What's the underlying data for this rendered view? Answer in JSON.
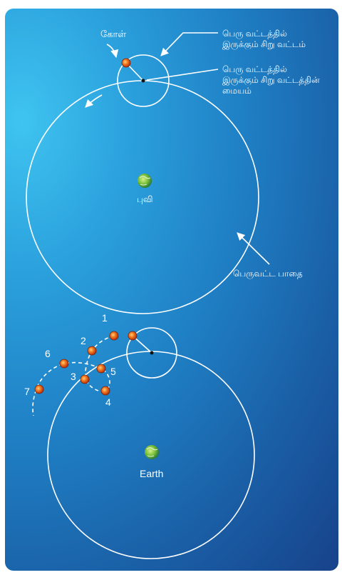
{
  "top_diagram": {
    "planet_label": "கோள்",
    "epicycle_label": "பெரு வட்டத்தில்\nஇருக்கும் சிறு வட்டம்",
    "epicycle_center_label": "பெரு வட்டத்தில்\nஇருக்கும் சிறு வட்டத்தின்\nமையம்",
    "earth_label": "புவி",
    "deferent_label": "பெருவட்ட பாதை"
  },
  "bottom_diagram": {
    "earth_label": "Earth",
    "positions": [
      "1",
      "2",
      "3",
      "4",
      "5",
      "6",
      "7"
    ]
  },
  "colors": {
    "background_light": "#3fc4f0",
    "background_dark": "#17428a",
    "line": "#ffffff",
    "planet": "#e8531a"
  }
}
